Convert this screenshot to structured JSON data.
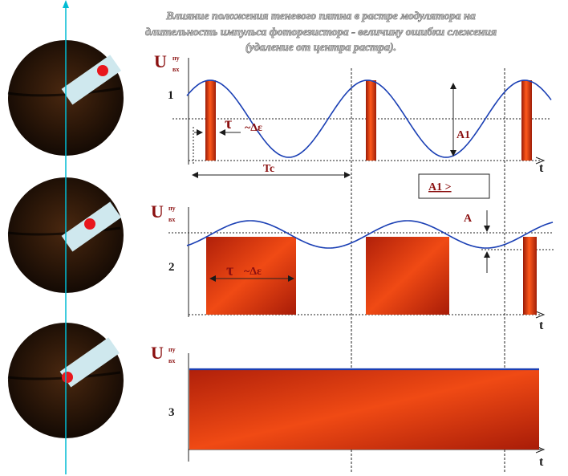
{
  "title": {
    "line1": "Влияние положения теневого пятна в растре модулятора на",
    "line2": "длительность импульса фоторезистора - величину ошибки слежения",
    "line3": "(удаление от центра растра)."
  },
  "graphs": [
    {
      "number": "1",
      "u_label": "U",
      "u_sup": "пу",
      "u_sub": "вх",
      "t_label": "t"
    },
    {
      "number": "2",
      "u_label": "U",
      "u_sup": "пу",
      "u_sub": "вх",
      "t_label": "t"
    },
    {
      "number": "3",
      "u_label": "U",
      "u_sup": "пу",
      "u_sub": "вх",
      "t_label": "t"
    }
  ],
  "annotations": {
    "tau": "τ",
    "tau_approx": "~Δε",
    "period": "Tc",
    "amplitude1": "A1",
    "amplitude": "A",
    "compare_box": "A1 >"
  },
  "colors": {
    "disk": "#2a1608",
    "slot": "#cfe8ee",
    "spot": "#e8161c",
    "pulse": "#e03a10",
    "wave": "#1a3fb4",
    "guide": "#00bcd4",
    "label": "#8b1010"
  }
}
